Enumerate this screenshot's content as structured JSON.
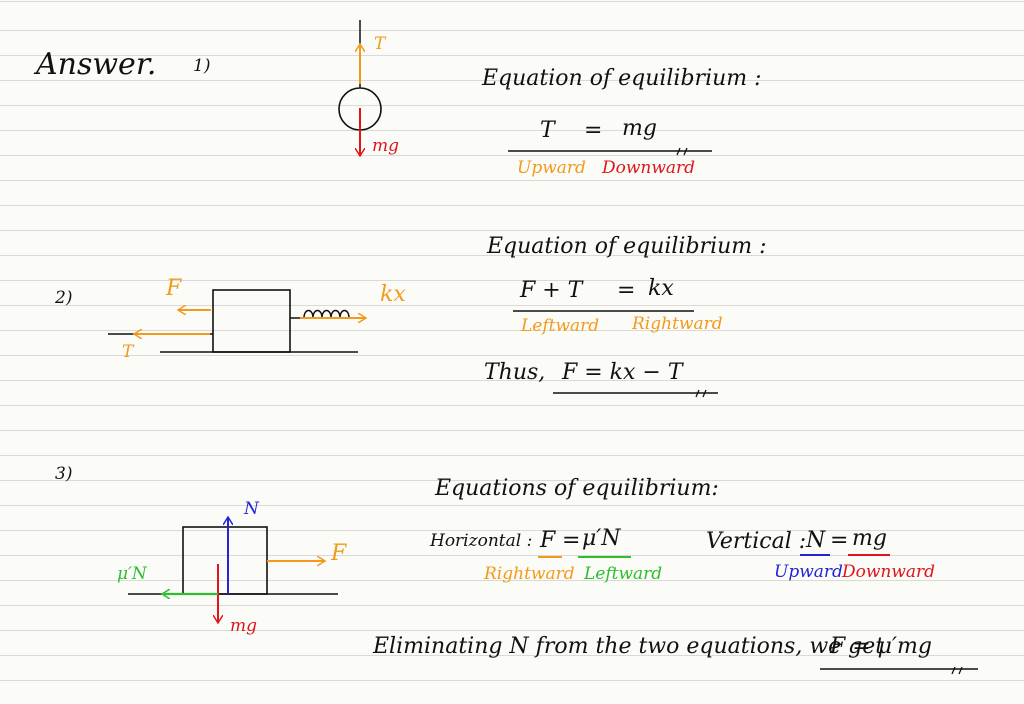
{
  "header": {
    "title": "Answer.",
    "p1_num": "1)",
    "p2_num": "2)",
    "p3_num": "3)"
  },
  "colors": {
    "orange": "#f39a1d",
    "red": "#e0151b",
    "green": "#2fbe2f",
    "blue": "#2424d6",
    "ink": "#111111"
  },
  "p1": {
    "diagram": {
      "tension_label": "T",
      "weight_label": "mg"
    },
    "heading": "Equation of equilibrium :",
    "lhs": "T",
    "eq": "=",
    "rhs": "mg",
    "lhs_note": "Upward",
    "rhs_note": "Downward"
  },
  "p2": {
    "diagram": {
      "force_label": "F",
      "tension_label": "T",
      "spring_label": "kx"
    },
    "heading": "Equation of equilibrium :",
    "lhs": "F + T",
    "eq": "=",
    "rhs": "kx",
    "lhs_note": "Leftward",
    "rhs_note": "Rightward",
    "result_prefix": "Thus,",
    "result": "F = kx − T"
  },
  "p3": {
    "diagram": {
      "normal_label": "N",
      "force_label": "F",
      "friction_label": "μ′N",
      "weight_label": "mg"
    },
    "heading": "Equations of equilibrium:",
    "h_label": "Horizontal :",
    "h_lhs": "F",
    "h_eq": "=",
    "h_rhs": "μ′N",
    "h_lhs_note": "Rightward",
    "h_rhs_note": "Leftward",
    "v_label": "Vertical :",
    "v_lhs": "N",
    "v_eq": "=",
    "v_rhs": "mg",
    "v_lhs_note": "Upward",
    "v_rhs_note": "Downward",
    "conclusion_prefix": "Eliminating N from the two equations, we get",
    "conclusion_result": "F = μ′mg"
  }
}
